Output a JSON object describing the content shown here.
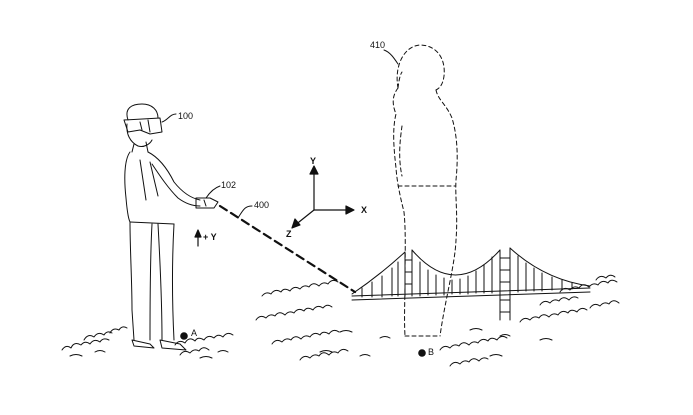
{
  "labels": {
    "ref_user": "100",
    "ref_controller": "102",
    "ref_ray": "400",
    "ref_avatar": "410",
    "axis_y": "Y",
    "axis_x": "X",
    "axis_z": "Z",
    "plus_y": "+ Y",
    "point_a": "A",
    "point_b": "B"
  }
}
